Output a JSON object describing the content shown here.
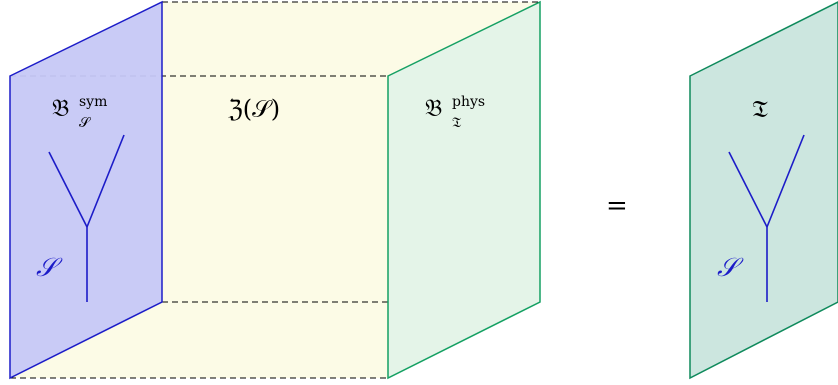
{
  "colors": {
    "left_plane_fill": "#c6c8f7",
    "left_plane_stroke": "#1c1cc8",
    "bulk_fill": "#fcfbe6",
    "right_plane_fill": "#e4f4e8",
    "right_plane_stroke": "#15a063",
    "result_plane_fill": "#cce6df",
    "result_plane_stroke": "#0f8a5c",
    "junction_line": "#1c1cc8",
    "dashed": "#000000"
  },
  "labels": {
    "symmetry_boundary": "𝔅",
    "symmetry_boundary_sup": "sym",
    "symmetry_boundary_sub": "𝒮",
    "bulk": "ℨ(𝒮)",
    "physical_boundary": "𝔅",
    "physical_boundary_sup": "phys",
    "physical_boundary_sub": "𝔗",
    "equals": "=",
    "result_theory": "𝔗",
    "left_symmetry": "𝒮",
    "result_symmetry": "𝒮"
  }
}
